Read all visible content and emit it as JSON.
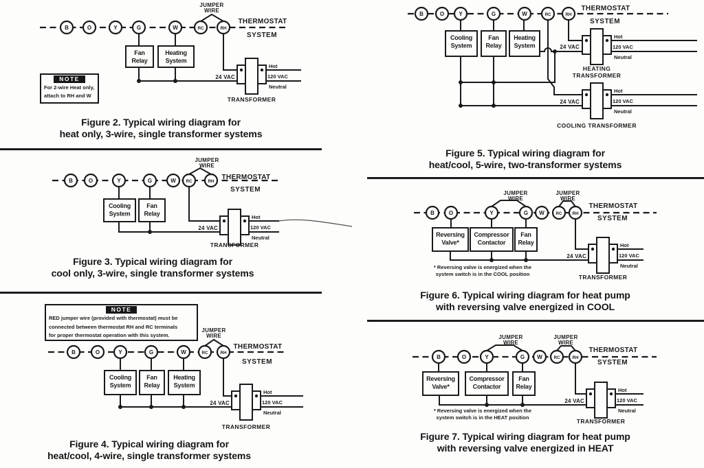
{
  "shared": {
    "jumper_wire": [
      "JUMPER",
      "WIRE"
    ],
    "thermostat": [
      "THERMOSTAT",
      "SYSTEM"
    ],
    "vac": "24 VAC",
    "hot": "Hot",
    "line_voltage": "120 VAC",
    "neutral": "Neutral"
  },
  "figures": [
    {
      "id": "figure-2",
      "terminals": [
        "B",
        "O",
        "Y",
        "G",
        "W",
        "RC",
        "RH"
      ],
      "devices": [
        [
          "Fan",
          "Relay"
        ],
        [
          "Heating",
          "System"
        ]
      ],
      "transformers": [
        [
          "TRANSFORMER"
        ]
      ],
      "note": {
        "title": "NOTE",
        "lines": [
          "For 2-wire Heat only,",
          "attach to RH and W"
        ]
      },
      "caption": [
        "Figure 2. Typical wiring diagram for",
        "heat only, 3-wire, single transformer systems"
      ]
    },
    {
      "id": "figure-3",
      "terminals": [
        "B",
        "O",
        "Y",
        "G",
        "W",
        "RC",
        "RH"
      ],
      "devices": [
        [
          "Cooling",
          "System"
        ],
        [
          "Fan",
          "Relay"
        ]
      ],
      "transformers": [
        [
          "TRANSFORMER"
        ]
      ],
      "caption": [
        "Figure 3. Typical wiring diagram for",
        "cool only, 3-wire, single transformer systems"
      ]
    },
    {
      "id": "figure-4",
      "terminals": [
        "B",
        "O",
        "Y",
        "G",
        "W",
        "RC",
        "RH"
      ],
      "devices": [
        [
          "Cooling",
          "System"
        ],
        [
          "Fan",
          "Relay"
        ],
        [
          "Heating",
          "System"
        ]
      ],
      "transformers": [
        [
          "TRANSFORMER"
        ]
      ],
      "note": {
        "title": "NOTE",
        "lines": [
          "RED jumper wire (provided with thermostat) must be",
          "connected between thermostat RH and RC terminals",
          "for proper thermostat operation with this system."
        ]
      },
      "caption": [
        "Figure 4. Typical wiring diagram for",
        "heat/cool, 4-wire, single transformer systems"
      ]
    },
    {
      "id": "figure-5",
      "terminals": [
        "B",
        "O",
        "Y",
        "G",
        "W",
        "RC",
        "RH"
      ],
      "devices": [
        [
          "Cooling",
          "System"
        ],
        [
          "Fan",
          "Relay"
        ],
        [
          "Heating",
          "System"
        ]
      ],
      "transformers": [
        [
          "HEATING",
          "TRANSFORMER"
        ],
        [
          "COOLING TRANSFORMER"
        ]
      ],
      "caption": [
        "Figure 5. Typical wiring diagram for",
        "heat/cool, 5-wire, two-transformer systems"
      ]
    },
    {
      "id": "figure-6",
      "terminals": [
        "B",
        "O",
        "Y",
        "G",
        "W",
        "RC",
        "RH"
      ],
      "devices": [
        [
          "Reversing",
          "Valve*"
        ],
        [
          "Compressor",
          "Contactor"
        ],
        [
          "Fan",
          "Relay"
        ]
      ],
      "transformers": [
        [
          "TRANSFORMER"
        ]
      ],
      "footnote": [
        "* Reversing valve is energized when the",
        "system switch is in the COOL position"
      ],
      "caption": [
        "Figure 6. Typical wiring diagram for heat pump",
        "with reversing valve energized in COOL"
      ]
    },
    {
      "id": "figure-7",
      "terminals": [
        "B",
        "O",
        "Y",
        "G",
        "W",
        "RC",
        "RH"
      ],
      "devices": [
        [
          "Reversing",
          "Valve*"
        ],
        [
          "Compressor",
          "Contactor"
        ],
        [
          "Fan",
          "Relay"
        ]
      ],
      "transformers": [
        [
          "TRANSFORMER"
        ]
      ],
      "footnote": [
        "* Reversing valve is energized when the",
        "system switch is in the HEAT position"
      ],
      "caption": [
        "Figure 7. Typical wiring diagram for heat pump",
        "with reversing valve energized in HEAT"
      ]
    }
  ]
}
